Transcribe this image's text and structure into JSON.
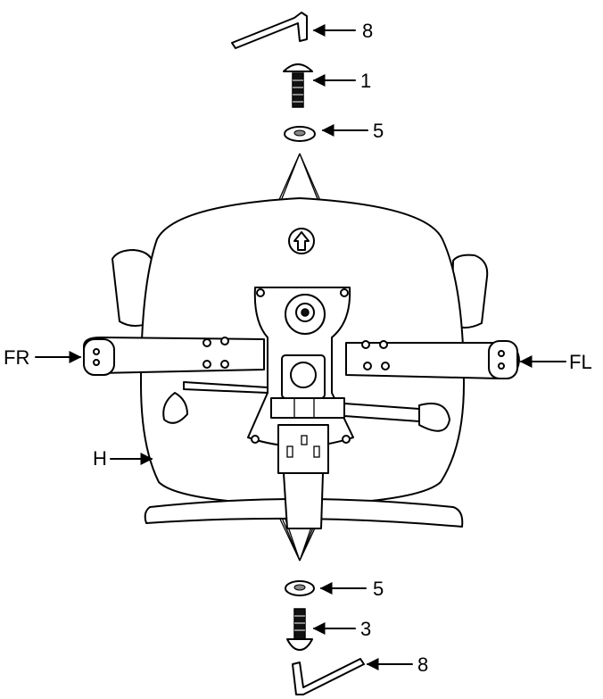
{
  "labels": {
    "hex_key_top": "8",
    "bolt_top": "1",
    "washer_top": "5",
    "front_right": "FR",
    "front_left": "FL",
    "housing": "H",
    "washer_bottom": "5",
    "bolt_bottom": "3",
    "hex_key_bottom": "8"
  },
  "colors": {
    "ink": "#000000",
    "paper": "#ffffff"
  },
  "icons": [
    "hex-key-icon",
    "bolt-icon",
    "washer-icon",
    "arrow-left-icon",
    "arrow-right-icon",
    "up-arrow-icon"
  ]
}
